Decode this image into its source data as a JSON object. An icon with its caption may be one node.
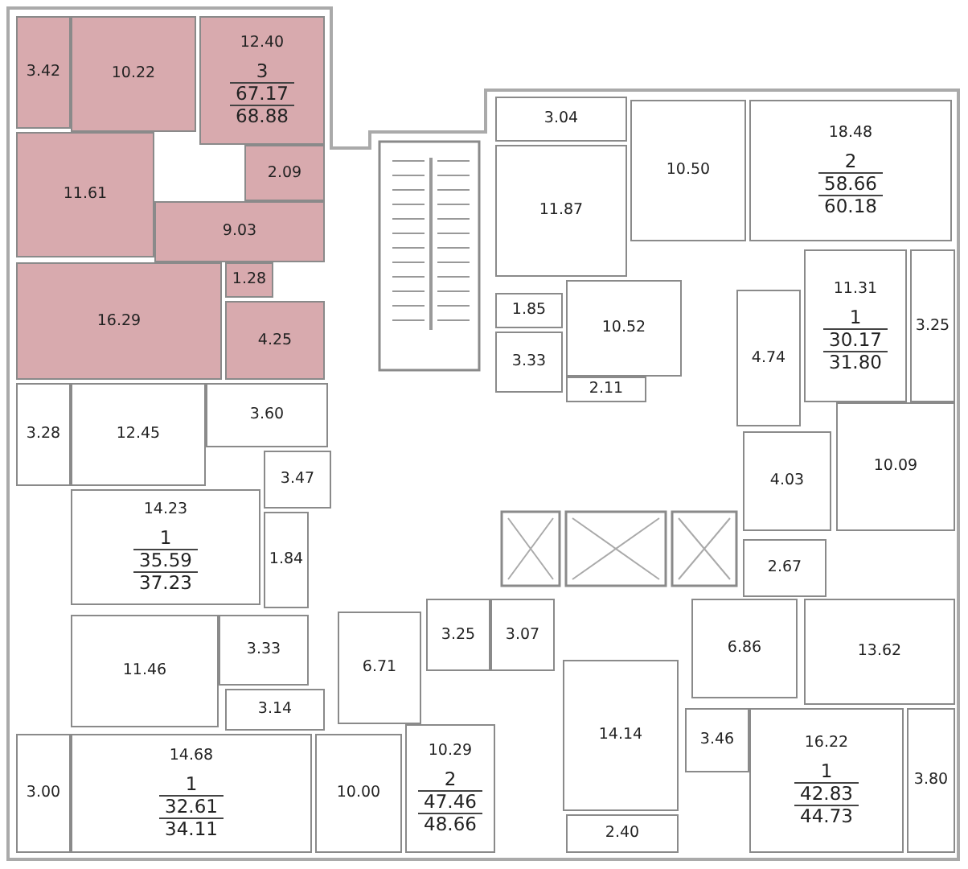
{
  "diagram": {
    "nodes": [
      {
        "text": [
          "3.42"
        ]
      },
      {
        "text": [
          "10.22"
        ]
      },
      {
        "text": [
          "12.40",
          "3",
          "67.17",
          "68.88"
        ]
      },
      {
        "text": [
          "11.61"
        ]
      },
      {
        "text": [
          "2.09"
        ]
      },
      {
        "text": [
          "9.03"
        ]
      },
      {
        "text": [
          "1.28"
        ]
      },
      {
        "text": [
          "16.29"
        ]
      },
      {
        "text": [
          "4.25"
        ]
      },
      {
        "text": [
          "3.04"
        ]
      },
      {
        "text": [
          "10.50"
        ]
      },
      {
        "text": [
          "18.48",
          "2",
          "58.66",
          "60.18"
        ]
      },
      {
        "text": [
          "11.87"
        ]
      },
      {
        "text": [
          "1.85"
        ]
      },
      {
        "text": [
          "10.52"
        ]
      },
      {
        "text": [
          "3.33"
        ]
      },
      {
        "text": [
          "2.11"
        ]
      },
      {
        "text": [
          "11.31",
          "1",
          "30.17",
          "31.80"
        ]
      },
      {
        "text": [
          "3.25"
        ]
      },
      {
        "text": [
          "4.74"
        ]
      },
      {
        "text": [
          "3.28"
        ]
      },
      {
        "text": [
          "12.45"
        ]
      },
      {
        "text": [
          "3.60"
        ]
      },
      {
        "text": [
          "10.09"
        ]
      },
      {
        "text": [
          "4.03"
        ]
      },
      {
        "text": [
          "3.47"
        ]
      },
      {
        "text": [
          "14.23",
          "1",
          "35.59",
          "37.23"
        ]
      },
      {
        "text": [
          "1.84"
        ]
      },
      {
        "text": [
          "2.67"
        ]
      },
      {
        "text": [
          "3.25"
        ]
      },
      {
        "text": [
          "3.07"
        ]
      },
      {
        "text": [
          "11.46"
        ]
      },
      {
        "text": [
          "3.33"
        ]
      },
      {
        "text": [
          "6.71"
        ]
      },
      {
        "text": [
          "6.86"
        ]
      },
      {
        "text": [
          "13.62"
        ]
      },
      {
        "text": [
          "3.14"
        ]
      },
      {
        "text": [
          "14.14"
        ]
      },
      {
        "text": [
          "3.46"
        ]
      },
      {
        "text": [
          "16.22",
          "1",
          "42.83",
          "44.73"
        ]
      },
      {
        "text": [
          "3.80"
        ]
      },
      {
        "text": [
          "14.68",
          "1",
          "32.61",
          "34.11"
        ]
      },
      {
        "text": [
          "3.00"
        ]
      },
      {
        "text": [
          "10.00"
        ]
      },
      {
        "text": [
          "10.29",
          "2",
          "47.46",
          "48.66"
        ]
      },
      {
        "text": [
          "2.40"
        ]
      }
    ]
  }
}
